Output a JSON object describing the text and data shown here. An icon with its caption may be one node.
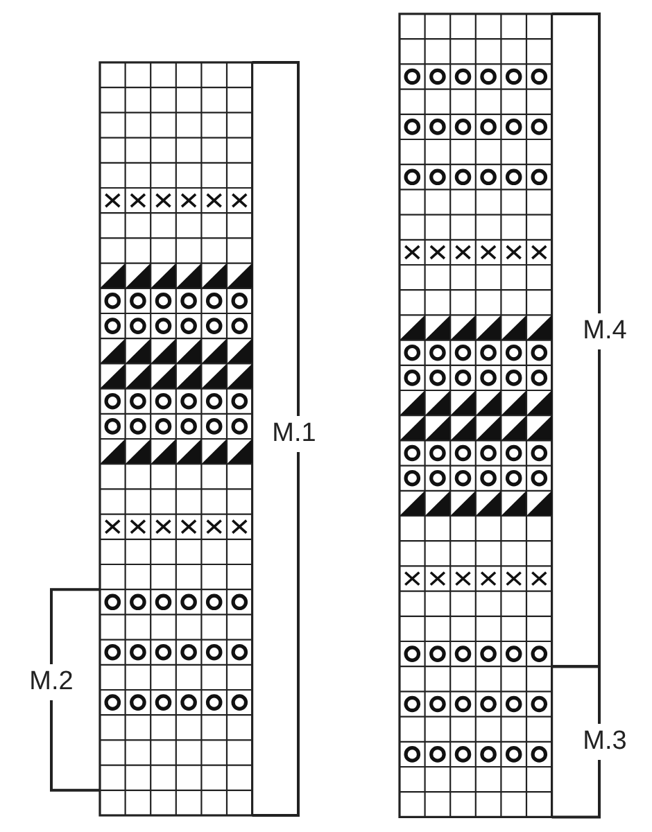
{
  "diagram": {
    "labels": [
      "M.1",
      "M.2",
      "M.4",
      "M.3"
    ]
  }
}
